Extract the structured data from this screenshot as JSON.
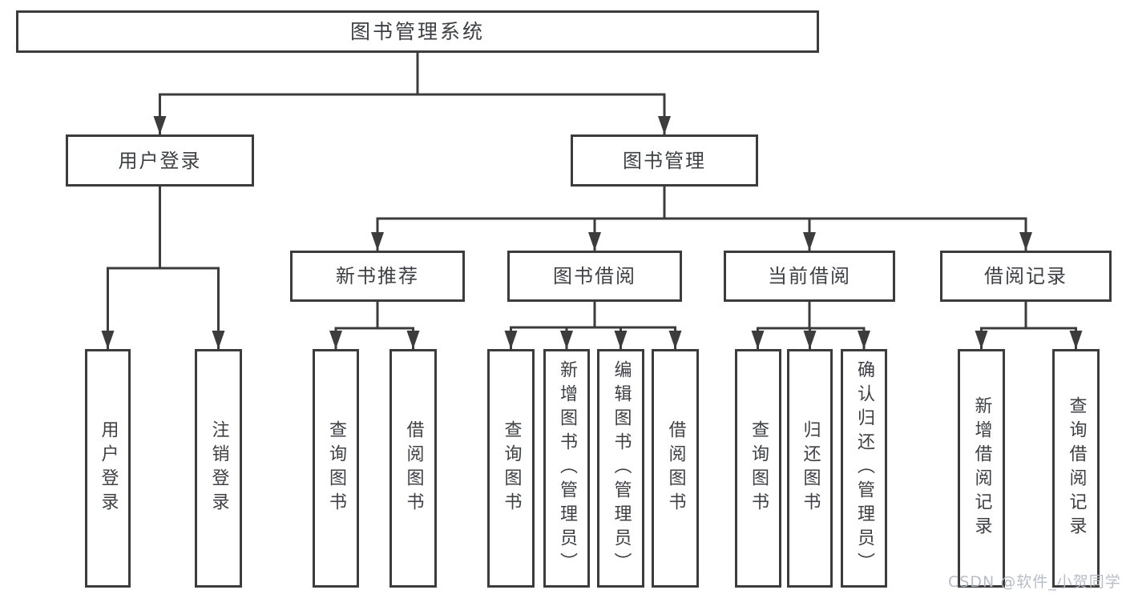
{
  "diagram": {
    "colors": {
      "line": "#3c3c3c",
      "box_border": "#3c3c3c",
      "text": "#3e4046",
      "background": "#ffffff",
      "watermark_text": "#b4bac4"
    },
    "tree": {
      "root": {
        "label": "图书管理系统"
      },
      "level2": [
        {
          "label": "用户登录",
          "parent": "图书管理系统"
        },
        {
          "label": "图书管理",
          "parent": "图书管理系统"
        }
      ],
      "level3": [
        {
          "label": "新书推荐",
          "parent": "图书管理"
        },
        {
          "label": "图书借阅",
          "parent": "图书管理"
        },
        {
          "label": "当前借阅",
          "parent": "图书管理"
        },
        {
          "label": "借阅记录",
          "parent": "图书管理"
        }
      ],
      "leaves": [
        {
          "label": "用户登录",
          "parent": "用户登录"
        },
        {
          "label": "注销登录",
          "parent": "用户登录"
        },
        {
          "label": "查询图书",
          "parent": "新书推荐"
        },
        {
          "label": "借阅图书",
          "parent": "新书推荐"
        },
        {
          "label": "查询图书",
          "parent": "图书借阅"
        },
        {
          "label": "新增图书（管理员）",
          "parent": "图书借阅"
        },
        {
          "label": "编辑图书（管理员）",
          "parent": "图书借阅"
        },
        {
          "label": "借阅图书",
          "parent": "图书借阅"
        },
        {
          "label": "查询图书",
          "parent": "当前借阅"
        },
        {
          "label": "归还图书",
          "parent": "当前借阅"
        },
        {
          "label": "确认归还（管理员）",
          "parent": "当前借阅"
        },
        {
          "label": "新增借阅记录",
          "parent": "借阅记录"
        },
        {
          "label": "查询借阅记录",
          "parent": "借阅记录"
        }
      ]
    }
  },
  "watermark": {
    "text": "CSDN @软件_小贺同学"
  }
}
